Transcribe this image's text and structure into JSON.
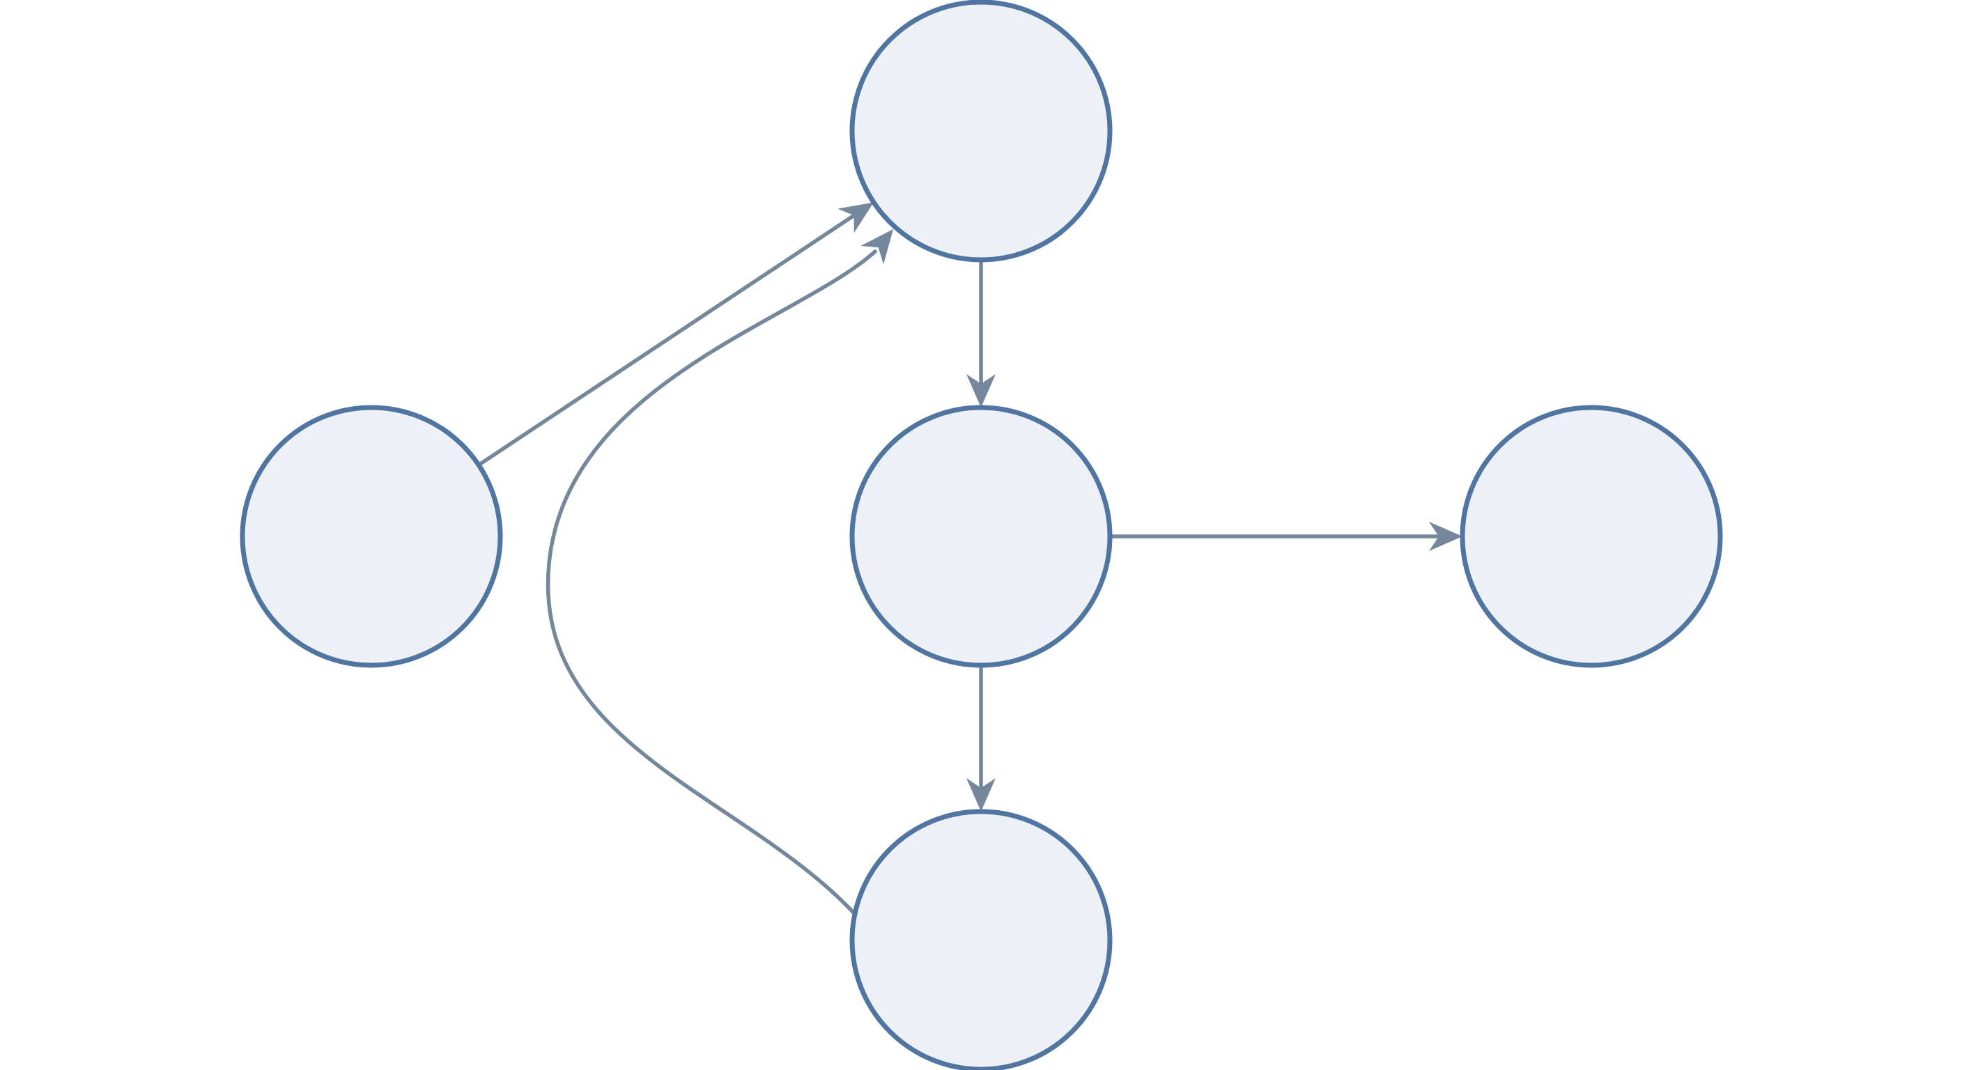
{
  "diagram": {
    "type": "directed-graph",
    "colors": {
      "background": "#ffffff",
      "node_fill": "#edf1f6",
      "node_stroke": "#4f75a0",
      "edge_stroke": "#74879b",
      "arrow_fill": "#74879b"
    },
    "nodes": [
      {
        "id": "top",
        "label": ""
      },
      {
        "id": "left",
        "label": ""
      },
      {
        "id": "center",
        "label": ""
      },
      {
        "id": "right",
        "label": ""
      },
      {
        "id": "bottom",
        "label": ""
      }
    ],
    "edges": [
      {
        "id": "left-to-top",
        "from": "left",
        "to": "top",
        "style": "straight"
      },
      {
        "id": "bottom-to-top",
        "from": "bottom",
        "to": "top",
        "style": "curved"
      },
      {
        "id": "top-to-center",
        "from": "top",
        "to": "center",
        "style": "straight"
      },
      {
        "id": "center-to-right",
        "from": "center",
        "to": "right",
        "style": "straight"
      },
      {
        "id": "center-to-bottom",
        "from": "center",
        "to": "bottom",
        "style": "straight"
      }
    ]
  }
}
